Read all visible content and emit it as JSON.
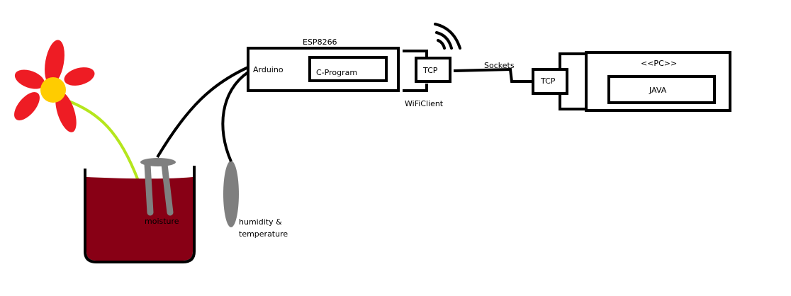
{
  "labels": {
    "esp": "ESP8266",
    "arduino": "Arduino",
    "c_program": "C-Program",
    "tcp_left": "TCP",
    "wificlient": "WiFiClient",
    "sockets": "Sockets",
    "tcp_right": "TCP",
    "pc": "<<PC>>",
    "java": "JAVA",
    "moisture": "moisture",
    "humidity_line1": "humidity &",
    "humidity_line2": "temperature"
  },
  "colors": {
    "petal": "#ee1c24",
    "flower_center": "#ffcc00",
    "stem": "#b5e61d",
    "soil": "#880015",
    "sensor": "#7f7f7f",
    "line": "#000000"
  },
  "icons": {
    "wifi": "wifi-signal-icon",
    "flower": "flower-icon"
  }
}
